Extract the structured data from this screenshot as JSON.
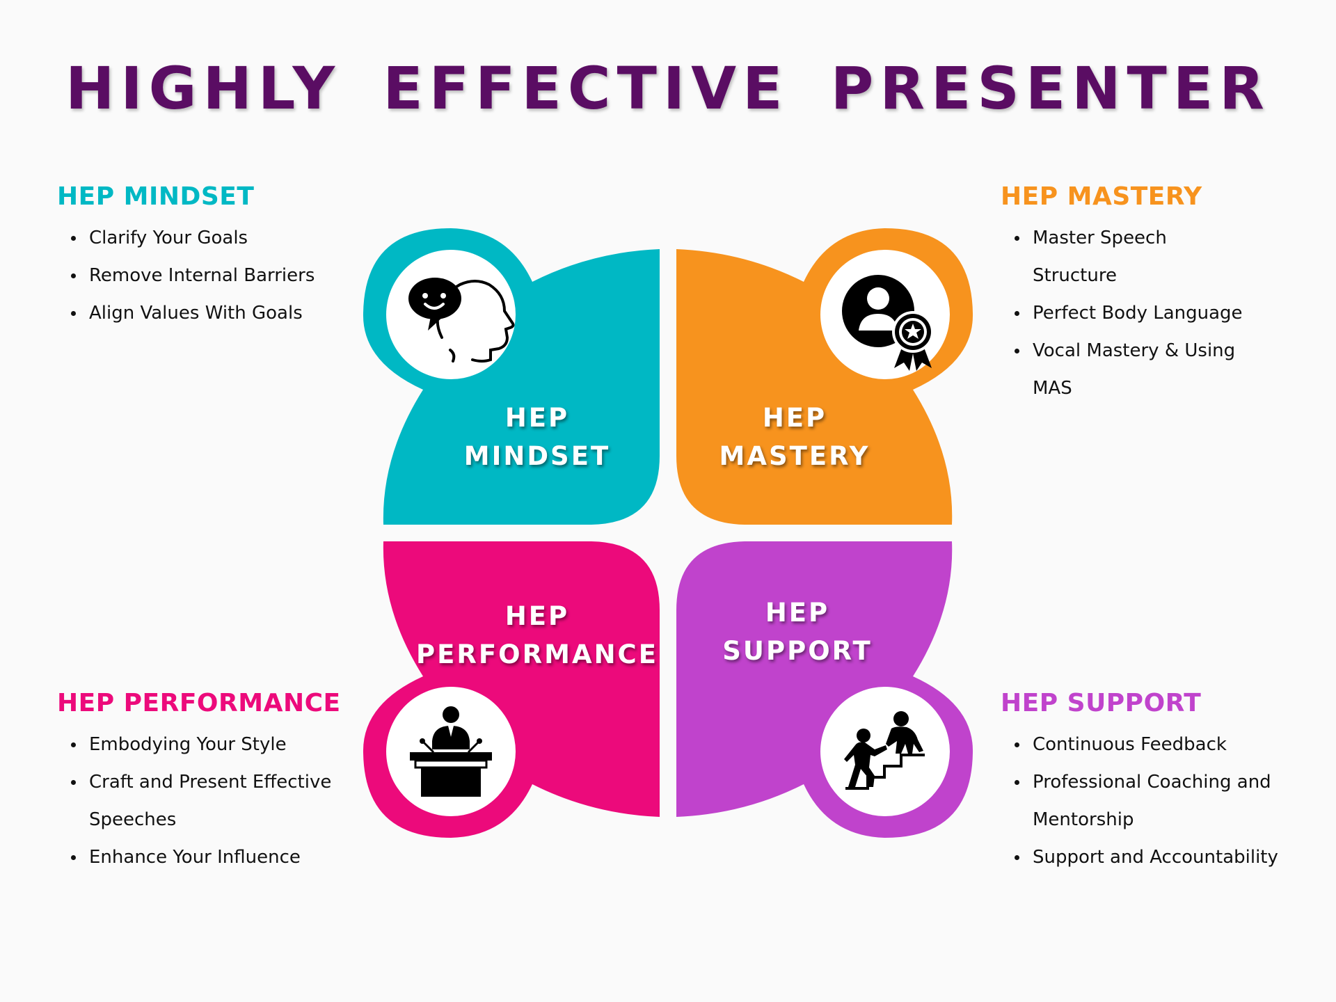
{
  "title": "HIGHLY  EFFECTIVE  PRESENTER",
  "colors": {
    "title": "#5a0d63",
    "mindset": "#00b8c4",
    "mastery": "#f7931e",
    "performance": "#ec0a7b",
    "support": "#c043cc"
  },
  "quadrants": {
    "mindset": {
      "heading": "HEP MINDSET",
      "label_line1": "HEP",
      "label_line2": "MINDSET",
      "icon": "head-speech-bubble-icon",
      "items": [
        "Clarify Your Goals",
        "Remove Internal Barriers",
        "Align Values With Goals"
      ]
    },
    "mastery": {
      "heading": "HEP MASTERY",
      "label_line1": "HEP",
      "label_line2": "MASTERY",
      "icon": "user-award-badge-icon",
      "items": [
        "Master Speech Structure",
        "Perfect Body Language",
        "Vocal Mastery & Using MAS"
      ]
    },
    "performance": {
      "heading": "HEP PERFORMANCE",
      "label_line1": "HEP",
      "label_line2": "PERFORMANCE",
      "icon": "speaker-podium-icon",
      "items": [
        "Embodying Your Style",
        "Craft and Present Effective Speeches",
        "Enhance Your Influence"
      ]
    },
    "support": {
      "heading": "HEP SUPPORT",
      "label_line1": "HEP",
      "label_line2": "SUPPORT",
      "icon": "helping-up-stairs-icon",
      "items": [
        "Continuous Feedback",
        "Professional Coaching and Mentorship",
        " Support and Accountability"
      ]
    }
  }
}
